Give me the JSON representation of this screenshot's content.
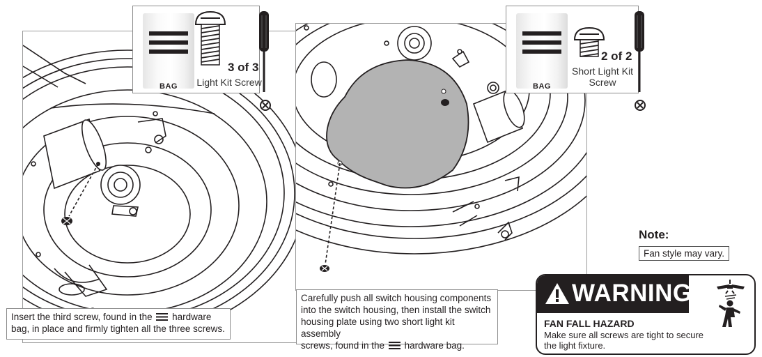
{
  "left_step": {
    "count": "3 of 3",
    "kit_name": "Light Kit Screw",
    "bag_label": "BAG",
    "caption_before_icon": "Insert the third screw, found in the",
    "caption_after_icon": "hardware",
    "caption_line2": "bag, in place and firmly tighten all the three screws."
  },
  "right_step": {
    "count": "2 of 2",
    "kit_name_line1": "Short Light Kit",
    "kit_name_line2": "Screw",
    "bag_label": "BAG",
    "caption_line1": "Carefully push all switch housing components",
    "caption_line2": "into the switch housing, then install the switch",
    "caption_line3": "housing plate using two short light kit assembly",
    "caption_line4_before_icon": "screws, found in the",
    "caption_line4_after_icon": "hardware bag."
  },
  "note": {
    "title": "Note:",
    "text": "Fan style may vary."
  },
  "warning": {
    "heading": "WARNING",
    "hazard_title": "FAN FALL HAZARD",
    "hazard_text": "Make sure all screws are tight to secure the light fixture."
  },
  "icons": {
    "bag": "bag-icon",
    "screw": "screw-icon",
    "screwdriver": "screwdriver-icon",
    "tighten": "phillips-head-icon",
    "warning_triangle": "warning-triangle-icon",
    "falling_fan": "falling-fan-person-icon"
  },
  "colors": {
    "ink": "#231f20",
    "plate_fill": "#b3b3b3",
    "panel_border": "#9a9a9a"
  }
}
